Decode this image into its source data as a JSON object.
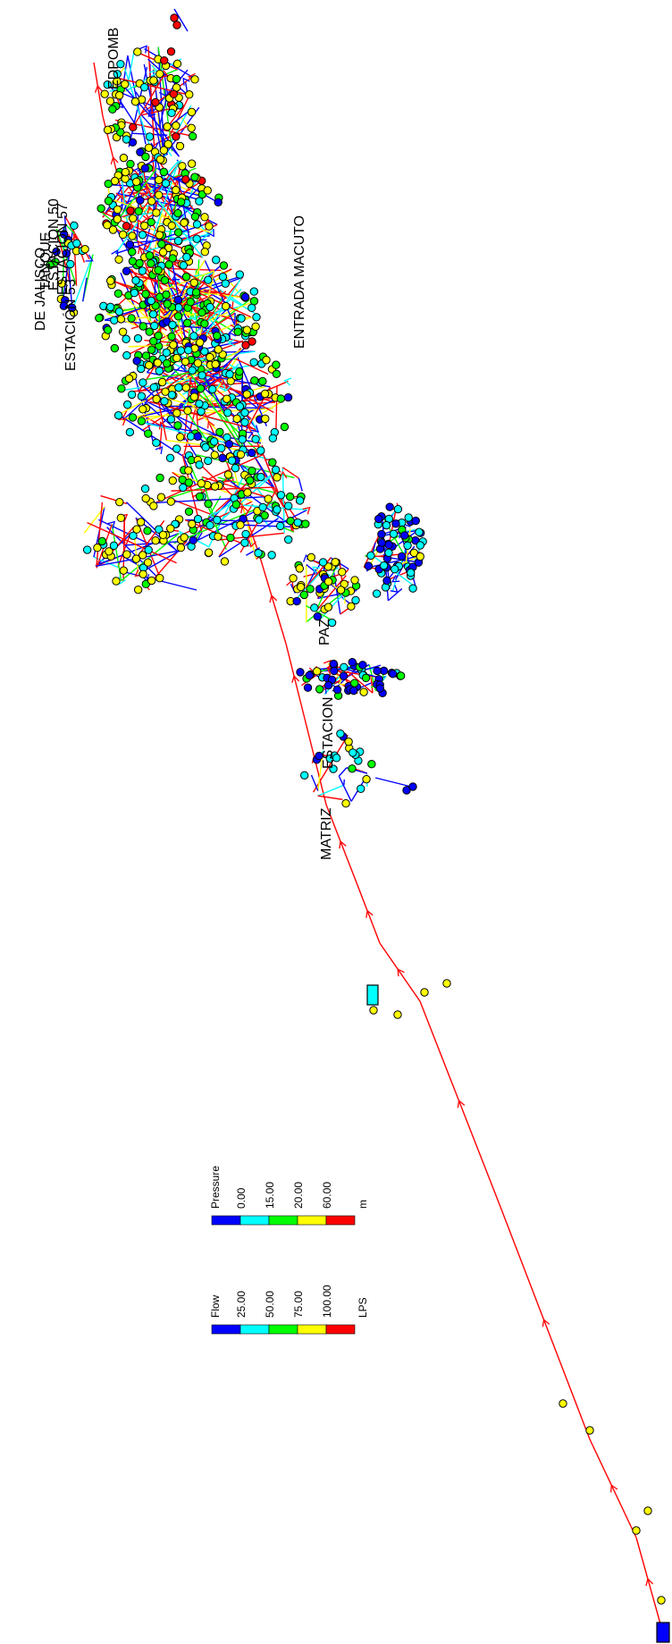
{
  "colors": {
    "blue": "#0000ff",
    "cyan": "#00ffff",
    "green": "#00ff00",
    "yellow": "#ffff00",
    "red": "#ff0000",
    "background": "#ffffff"
  },
  "labels": {
    "jalisco": "DE JALISCO",
    "estacion_50": "ESTACIÓN 50",
    "estacion_57": "ESTACIÓN 57",
    "estacion_53": "ESTACIÓN 53",
    "tanque": "TANQUE",
    "edpomb": "EDPOMB",
    "entrada_macuto": "ENTRADA MACUTO",
    "paz": "PAZ",
    "matriz": "MATRIZ",
    "estacion": "ESTACION"
  },
  "legend": {
    "flow": {
      "title": "Flow",
      "values": [
        "25.00",
        "50.00",
        "75.00",
        "100.00"
      ],
      "unit": "LPS"
    },
    "pressure": {
      "title": "Pressure",
      "values": [
        "0.00",
        "15.00",
        "20.00",
        "60.00"
      ],
      "unit": "m"
    }
  }
}
